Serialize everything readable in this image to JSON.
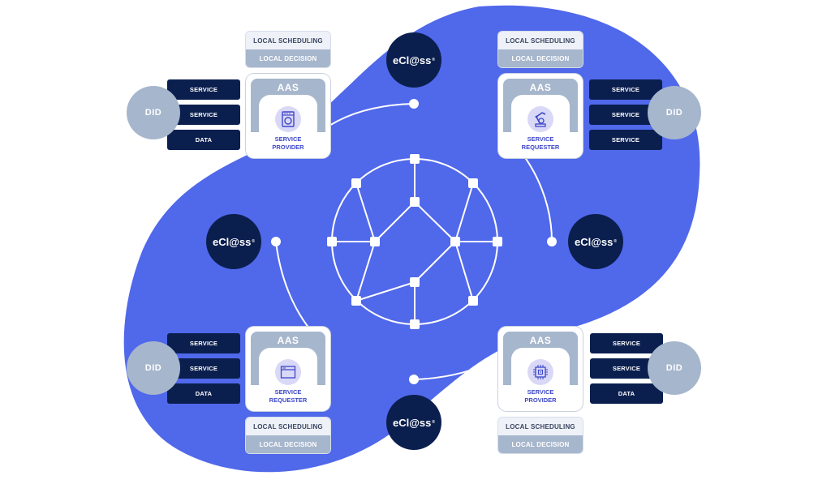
{
  "colors": {
    "background": "#ffffff",
    "blob": "#5068ea",
    "navy": "#0b1f4f",
    "slate": "#a6b6cc",
    "pale": "#eef1f8",
    "role_text": "#3d47c9",
    "icon_bg": "#d9d8f7",
    "line": "#ffffff"
  },
  "eclass": {
    "label": "eCl@ss",
    "registered": "®"
  },
  "network": {
    "nodes": [
      "n-top",
      "n-upper-left",
      "n-upper-right",
      "n-center-top",
      "n-left",
      "n-inner-left",
      "n-inner-right",
      "n-right",
      "n-center-bottom",
      "n-lower-left",
      "n-lower-right",
      "n-bottom"
    ]
  },
  "quadrants": [
    {
      "id": "top-left",
      "scheduling": "LOCAL SCHEDULING",
      "decision": "LOCAL DECISION",
      "aas_label": "AAS",
      "role_line1": "SERVICE",
      "role_line2": "PROVIDER",
      "icon": "washing-machine-icon",
      "did_label": "DID",
      "items": [
        "SERVICE",
        "SERVICE",
        "DATA"
      ]
    },
    {
      "id": "top-right",
      "scheduling": "LOCAL SCHEDULING",
      "decision": "LOCAL DECISION",
      "aas_label": "AAS",
      "role_line1": "SERVICE",
      "role_line2": "REQUESTER",
      "icon": "robot-arm-icon",
      "did_label": "DID",
      "items": [
        "SERVICE",
        "SERVICE",
        "SERVICE"
      ]
    },
    {
      "id": "bottom-left",
      "scheduling": "LOCAL SCHEDULING",
      "decision": "LOCAL DECISION",
      "aas_label": "AAS",
      "role_line1": "SERVICE",
      "role_line2": "REQUESTER",
      "icon": "browser-window-icon",
      "did_label": "DID",
      "items": [
        "SERVICE",
        "SERVICE",
        "DATA"
      ]
    },
    {
      "id": "bottom-right",
      "scheduling": "LOCAL SCHEDULING",
      "decision": "LOCAL DECISION",
      "aas_label": "AAS",
      "role_line1": "SERVICE",
      "role_line2": "PROVIDER",
      "icon": "chip-icon",
      "did_label": "DID",
      "items": [
        "SERVICE",
        "SERVICE",
        "DATA"
      ]
    }
  ]
}
